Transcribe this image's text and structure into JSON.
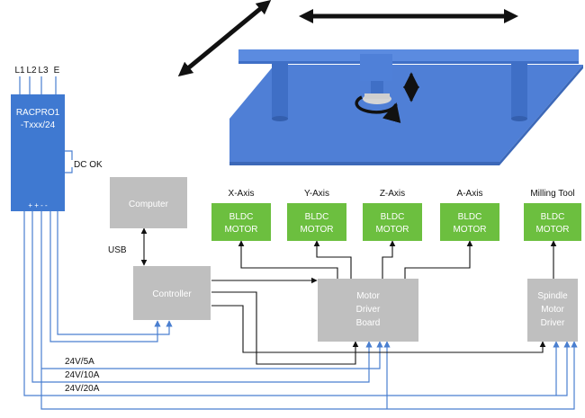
{
  "psu": {
    "terminals": [
      "L1",
      "L2",
      "L3",
      "E"
    ],
    "name_line1": "RACPRO1",
    "name_line2": "-Txxx/24",
    "status_label": "DC OK",
    "outputs": "+ + - -"
  },
  "computer": {
    "label": "Computer"
  },
  "usb": {
    "label": "USB"
  },
  "controller": {
    "label": "Controller"
  },
  "driver_board": {
    "line1": "Motor",
    "line2": "Driver",
    "line3": "Board"
  },
  "spindle_driver": {
    "line1": "Spindle",
    "line2": "Motor",
    "line3": "Driver"
  },
  "motors": [
    {
      "axis": "X-Axis",
      "line1": "BLDC",
      "line2": "MOTOR"
    },
    {
      "axis": "Y-Axis",
      "line1": "BLDC",
      "line2": "MOTOR"
    },
    {
      "axis": "Z-Axis",
      "line1": "BLDC",
      "line2": "MOTOR"
    },
    {
      "axis": "A-Axis",
      "line1": "BLDC",
      "line2": "MOTOR"
    },
    {
      "axis": "Milling Tool",
      "line1": "BLDC",
      "line2": "MOTOR"
    }
  ],
  "power_lines": [
    "24V/5A",
    "24V/10A",
    "24V/20A"
  ],
  "colors": {
    "psu_blue": "#3f79d1",
    "machine_blue": "#4f7fd6",
    "motor_green": "#6cbf3f",
    "gray_box": "#bfbfbf",
    "wire_blue": "#4a7fd0",
    "wire_black": "#111111"
  }
}
